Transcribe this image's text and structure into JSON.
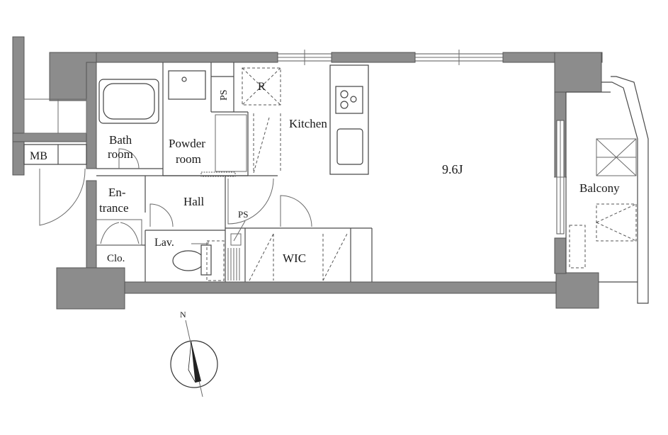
{
  "rooms": {
    "mb": "MB",
    "bath_line1": "Bath",
    "bath_line2": "room",
    "powder_line1": "Powder",
    "powder_line2": "room",
    "ps_vertical": "PS",
    "refrigerator": "R",
    "kitchen": "Kitchen",
    "living_size": "9.6J",
    "balcony": "Balcony",
    "entrance_line1": "En-",
    "entrance_line2": "trance",
    "hall": "Hall",
    "ps_small": "PS",
    "lav": "Lav.",
    "wic": "WIC",
    "closet": "Clo."
  },
  "compass": {
    "north": "N"
  }
}
